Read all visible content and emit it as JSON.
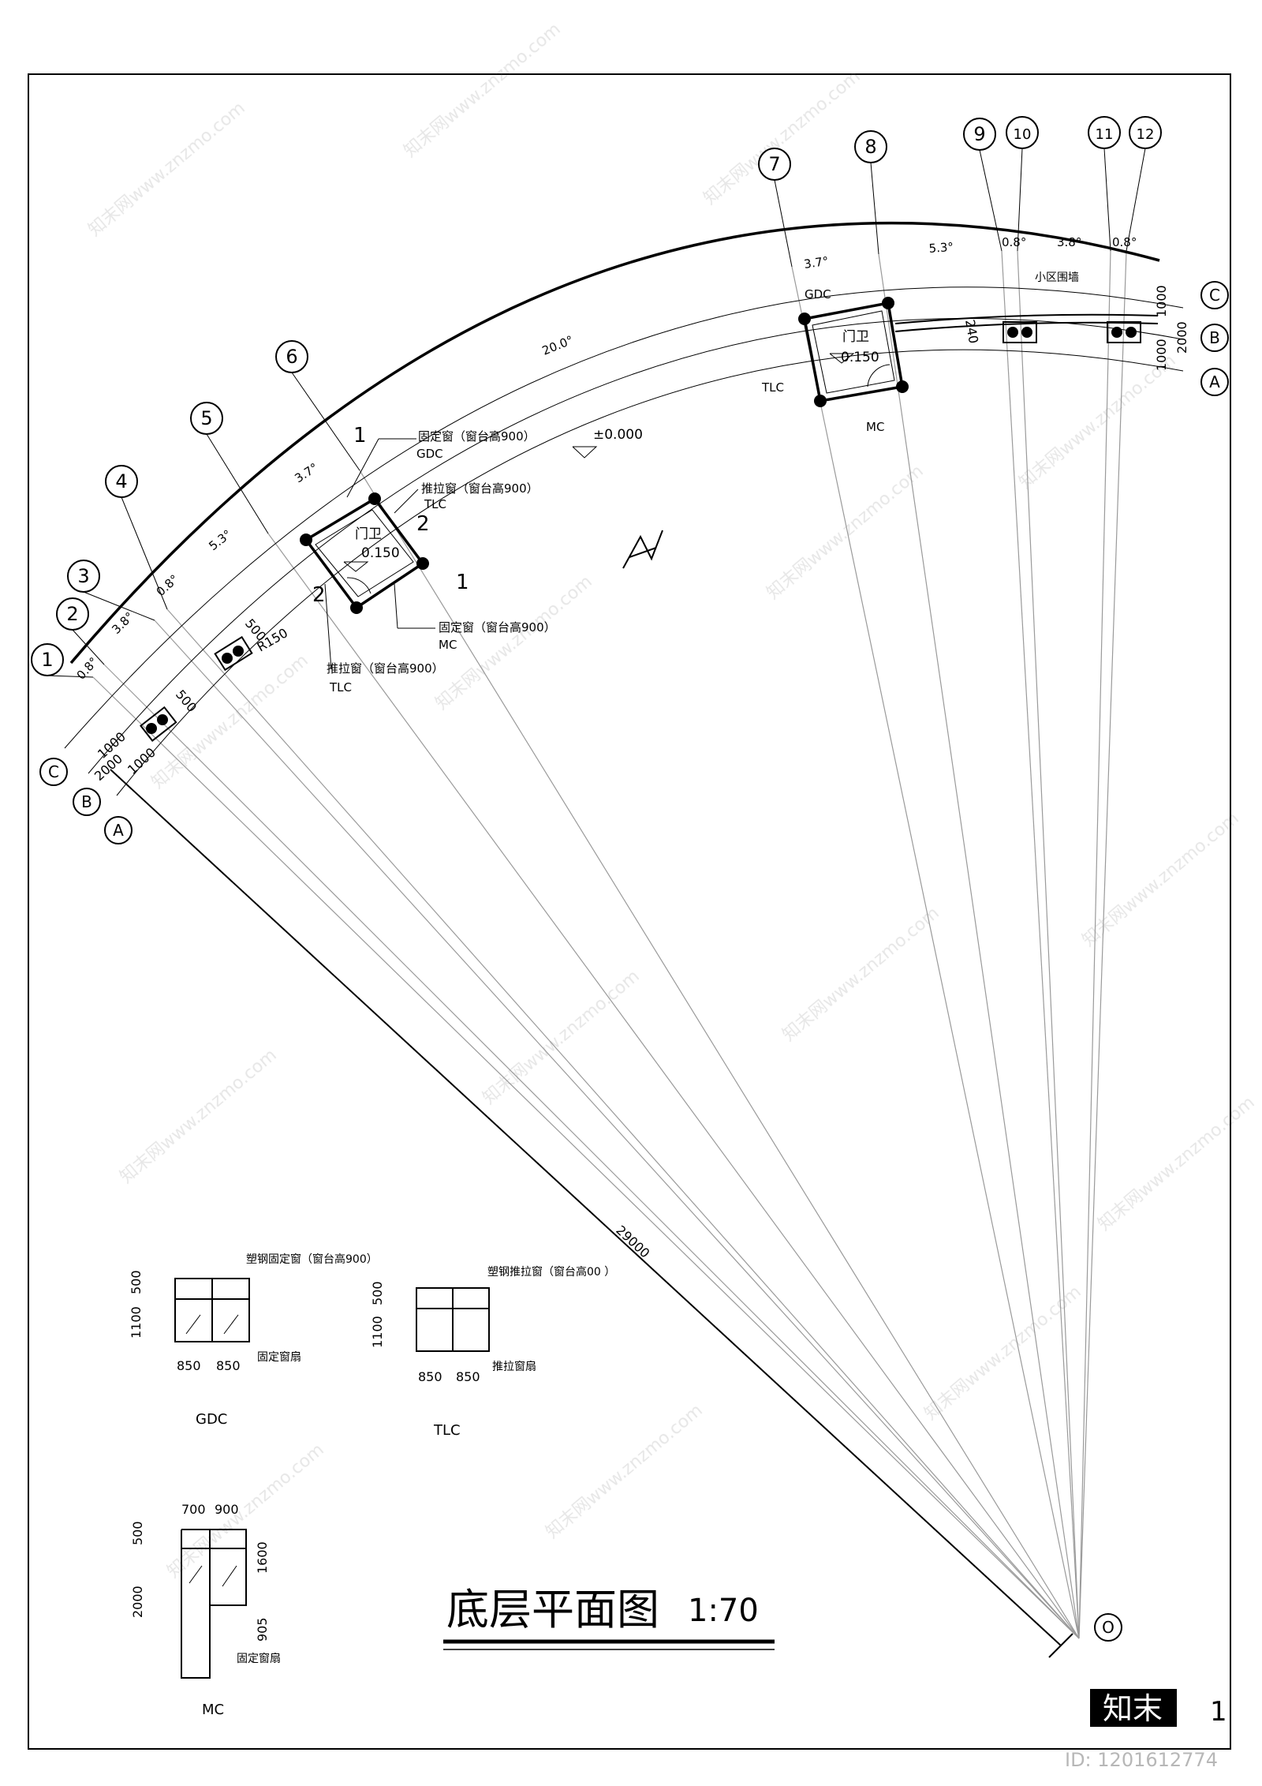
{
  "title": {
    "text": "底层平面图",
    "scale": "1:70"
  },
  "sheet": {
    "number": "1",
    "id_text": "ID: 1201612774",
    "logo": "知末"
  },
  "axes_radial": [
    "1",
    "2",
    "3",
    "4",
    "5",
    "6",
    "7",
    "8",
    "9",
    "10",
    "11",
    "12"
  ],
  "axes_ring": [
    "A",
    "B",
    "C"
  ],
  "center_label": "O",
  "angles": {
    "a12": "0.8°",
    "a23": "3.8°",
    "a34": "0.8°",
    "a45": "5.3°",
    "a56": "3.7°",
    "a67": "20.0°",
    "a78": "3.7°",
    "a89": "5.3°",
    "a910": "0.8°",
    "a1011": "3.8°",
    "a1112": "0.8°"
  },
  "dims": {
    "ring_1000_a": "1000",
    "ring_1000_b": "1000",
    "ring_2000": "2000",
    "right_1000_a": "1000",
    "right_1000_b": "1000",
    "right_2000": "2000",
    "radius": "29000",
    "wall_240": "240",
    "r150": "R150",
    "d500_a": "500",
    "d500_b": "500"
  },
  "labels": {
    "elev_0": "±0.000",
    "gate_left": "门卫",
    "gate_left_elev": "0.150",
    "gate_right": "门卫",
    "gate_right_elev": "0.150",
    "gdc_note": "固定窗（窗台高900）",
    "gdc": "GDC",
    "tlc_note": "推拉窗（窗台高900）",
    "tlc": "TLC",
    "mc_note": "固定窗（窗台高900）",
    "mc": "MC",
    "tlc_note_b": "推拉窗（窗台高900）",
    "tlc_b": "TLC",
    "sec_1a": "1",
    "sec_1b": "1",
    "sec_2a": "2",
    "sec_2b": "2",
    "gdc_r": "GDC",
    "tlc_r": "TLC",
    "mc_r": "MC",
    "wall": "小区围墙"
  },
  "details": {
    "gdc": {
      "note": "塑钢固定窗（窗台高900）",
      "sash": "固定窗扇",
      "w1": "850",
      "w2": "850",
      "h1": "500",
      "h2": "1100",
      "name": "GDC"
    },
    "tlc": {
      "note": "塑钢推拉窗（窗台高00  ）",
      "sash": "推拉窗扇",
      "w1": "850",
      "w2": "850",
      "h1": "500",
      "h2": "1100",
      "name": "TLC"
    },
    "mc": {
      "sash": "固定窗扇",
      "w1": "700",
      "w2": "900",
      "h1": "500",
      "h2": "2000",
      "r1": "1600",
      "r2": "905",
      "name": "MC"
    }
  },
  "watermark": "知末网www.znzmo.com"
}
